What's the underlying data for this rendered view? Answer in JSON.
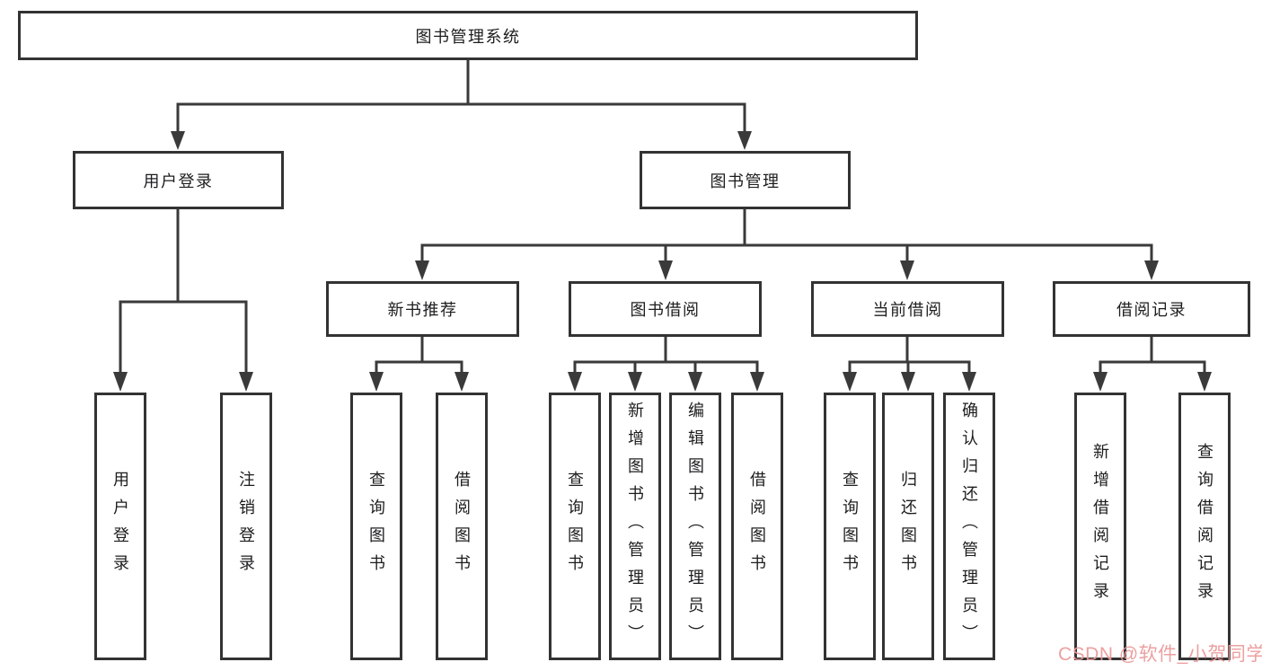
{
  "tree": {
    "root": {
      "label": "图书管理系统",
      "children": [
        {
          "label": "用户登录",
          "children": [
            {
              "label": "用户登录"
            },
            {
              "label": "注销登录"
            }
          ]
        },
        {
          "label": "图书管理",
          "children": [
            {
              "label": "新书推荐",
              "children": [
                {
                  "label": "查询图书"
                },
                {
                  "label": "借阅图书"
                }
              ]
            },
            {
              "label": "图书借阅",
              "children": [
                {
                  "label": "查询图书"
                },
                {
                  "label": "新增图书（管理员）"
                },
                {
                  "label": "编辑图书（管理员）"
                },
                {
                  "label": "借阅图书"
                }
              ]
            },
            {
              "label": "当前借阅",
              "children": [
                {
                  "label": "查询图书"
                },
                {
                  "label": "归还图书"
                },
                {
                  "label": "确认归还（管理员）"
                }
              ]
            },
            {
              "label": "借阅记录",
              "children": [
                {
                  "label": "新增借阅记录"
                },
                {
                  "label": "查询借阅记录"
                }
              ]
            }
          ]
        }
      ]
    }
  },
  "watermark": {
    "text": "CSDN @软件_小贺同学",
    "color": "#ea9898"
  },
  "colors": {
    "background": "#ffffff",
    "line": "#3a3a3a",
    "box_border": "#333333",
    "text": "#1d1d1f"
  }
}
